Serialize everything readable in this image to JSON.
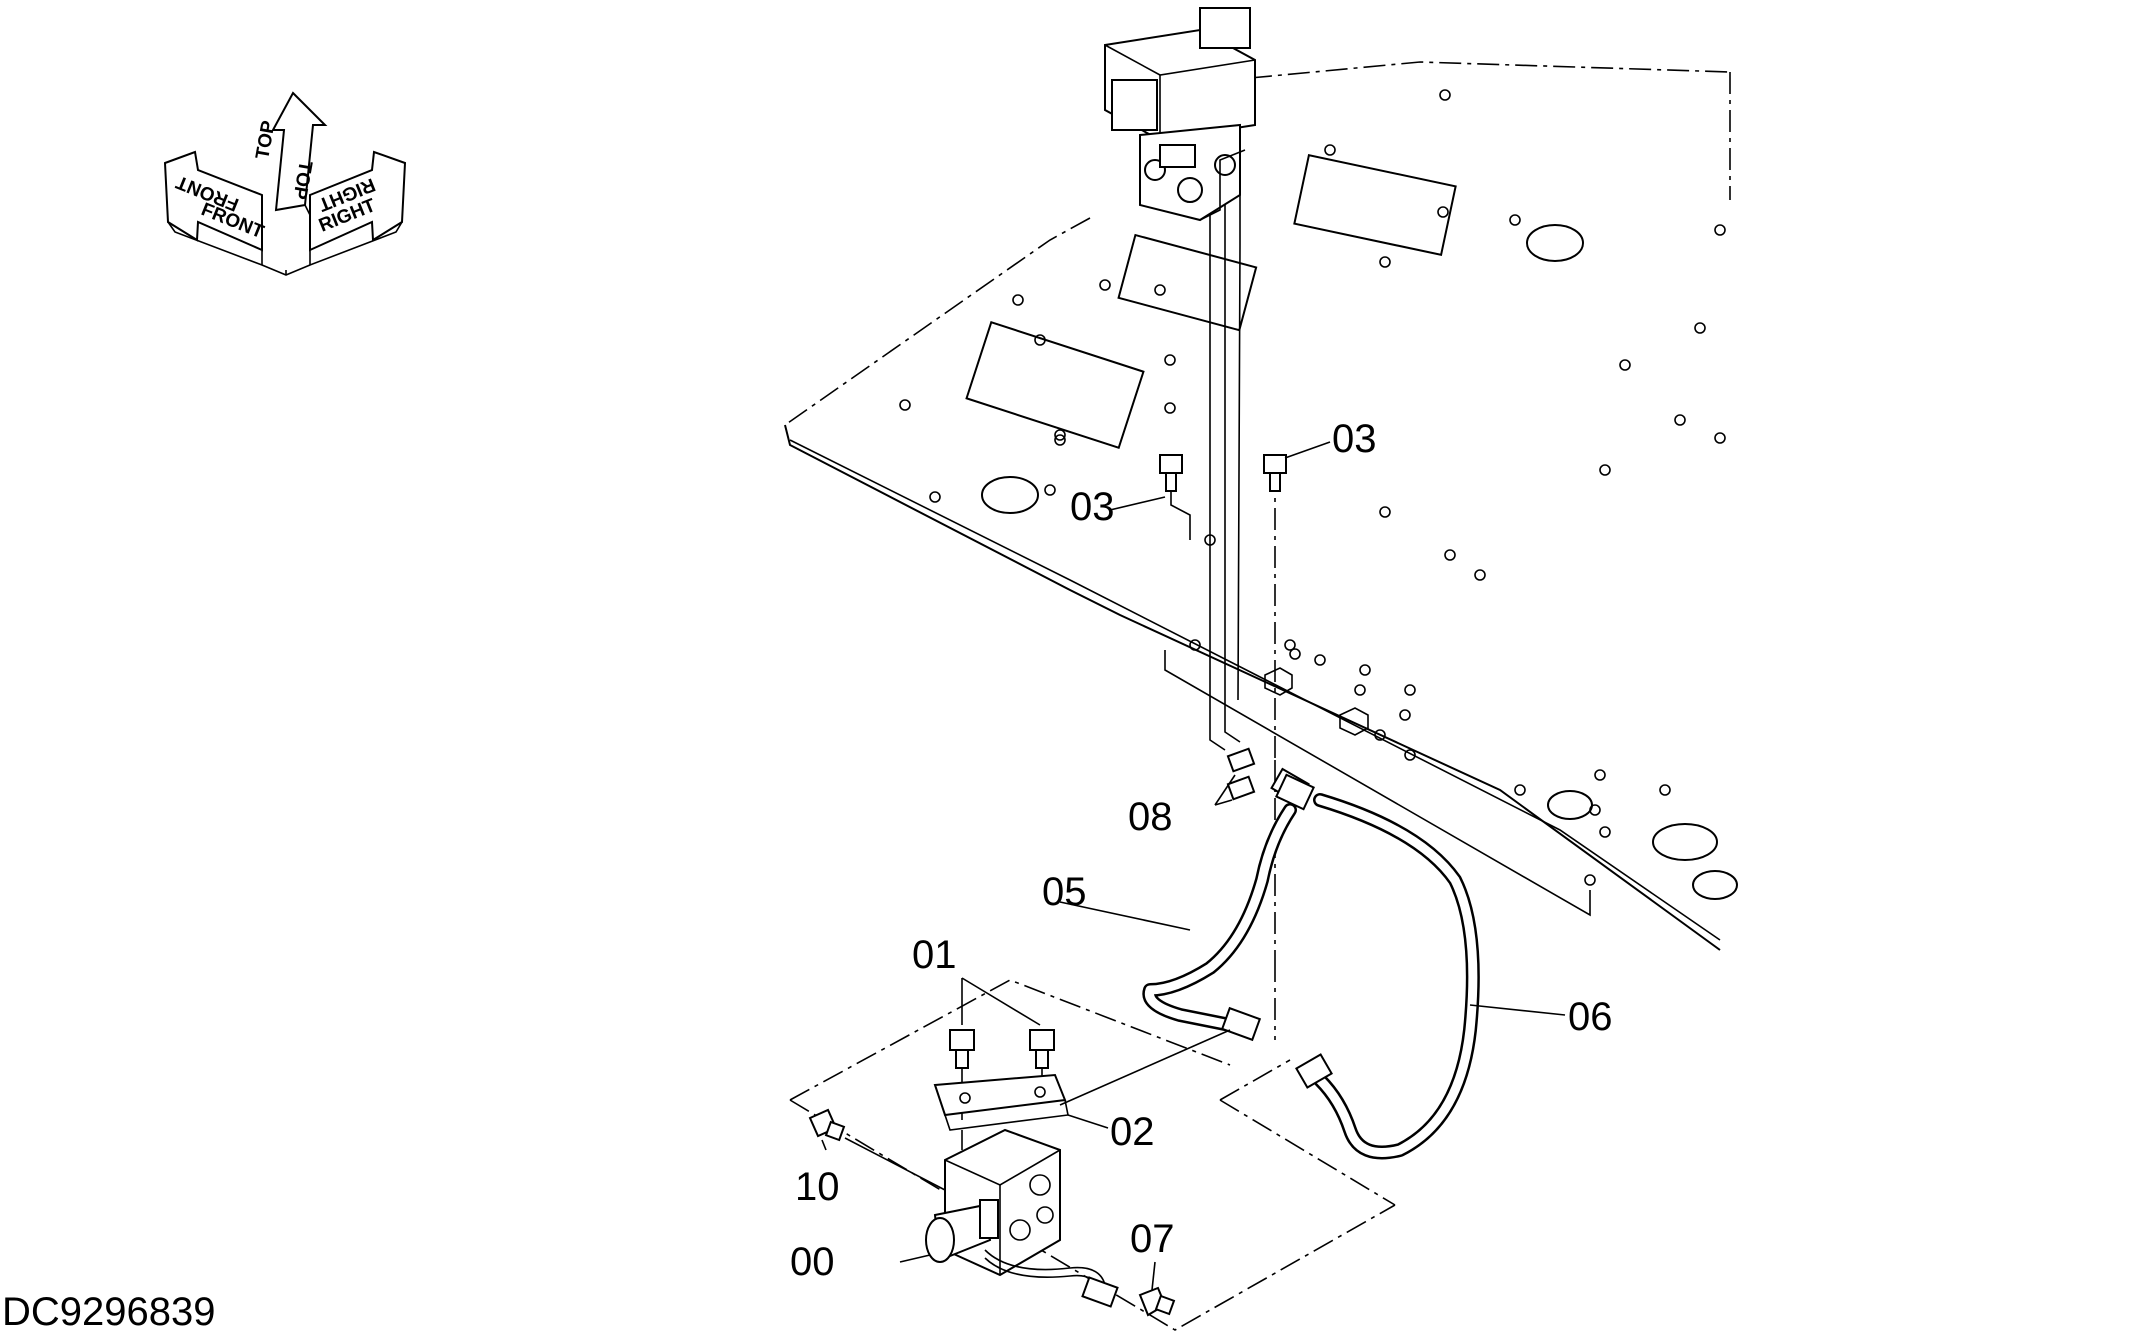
{
  "drawing": {
    "document_id": "DC9296839",
    "orientation_labels": {
      "front_top": "FRONT",
      "front_side": "FRONT",
      "top_left": "TOP",
      "top_right": "TOP",
      "right_top": "RIGHT",
      "right_side": "RIGHT"
    },
    "callouts": [
      {
        "id": "00",
        "label": "00"
      },
      {
        "id": "01",
        "label": "01"
      },
      {
        "id": "02",
        "label": "02"
      },
      {
        "id": "03a",
        "label": "03"
      },
      {
        "id": "03b",
        "label": "03"
      },
      {
        "id": "05",
        "label": "05"
      },
      {
        "id": "06",
        "label": "06"
      },
      {
        "id": "07",
        "label": "07"
      },
      {
        "id": "08",
        "label": "08"
      },
      {
        "id": "10",
        "label": "10"
      }
    ]
  }
}
